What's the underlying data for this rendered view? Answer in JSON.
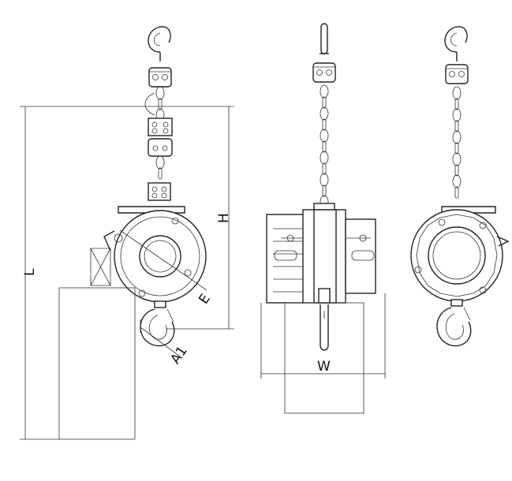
{
  "labels": {
    "L": "L",
    "H": "H",
    "E": "E",
    "A1": "A1",
    "W": "W"
  },
  "colors": {
    "stroke": "#222222",
    "background": "#ffffff"
  }
}
